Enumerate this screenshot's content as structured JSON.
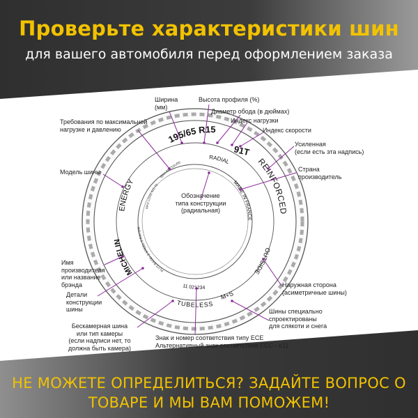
{
  "header": {
    "title": "Проверьте характеристики шин",
    "subtitle": "для вашего автомобиля перед оформлением заказа"
  },
  "footer": {
    "cta": "НЕ МОЖЕТЕ ОПРЕДЕЛИТЬСЯ? ЗАДАЙТЕ ВОПРОС О ТОВАРЕ И МЫ ВАМ ПОМОЖЕМ!"
  },
  "colors": {
    "accent": "#f2c200",
    "pointer": "#8b2a9a",
    "dark_band": "#3b3b3b"
  },
  "tire": {
    "size_marking": "195/65 R15",
    "load_speed_marking": "91T",
    "radial": "RADIAL",
    "energy": "ENERGY",
    "reinforced": "REINFORCED",
    "made_in": "MADE IN FRANCE",
    "outside": "OUTSIDE",
    "michelin": "MICHELIN",
    "tubeless": "TUBELESS",
    "ms": "M+S",
    "ece_code": "11 021234",
    "ply_text": "PLYS BASE: 2 STEEL 2 RAYON",
    "max_load": "MAX LOAD 615 kg",
    "max_pressure": "MAX PRESSURE"
  },
  "labels": {
    "width": "Ширина\n(мм)",
    "profile": "Высота профиля (%)",
    "rim": "Диаметр обода (в дюймах)",
    "load_index": "Индекс нагрузки",
    "speed_index": "Индекс скорости",
    "reinforced": "Усиленная\n(если есть эта надпись)",
    "country": "Страна\nпроизводитель",
    "max_load_req": "Требования по максимальной\nнагрузке и давлению",
    "model": "Модель шины",
    "construction": "Обозначение\nтипа конструкции\n(радиальная)",
    "brand": "Имя\nпроизводителя\nили название\nбрэнда",
    "details": "Детали\nконструкции\nшины",
    "outside": "Наружная сторона\n(асиметричные шины)",
    "winter": "Шины специально\nспроектированы\nдля слякоти и снега",
    "tubeless": "Бескамерная шина\nили тип камеры\n(если надписи нет, то\nдолжна быть камера)",
    "ece": "Знак и номер соответствия типу ECE\nАльтернативный знак соответствия EEC - e11"
  }
}
